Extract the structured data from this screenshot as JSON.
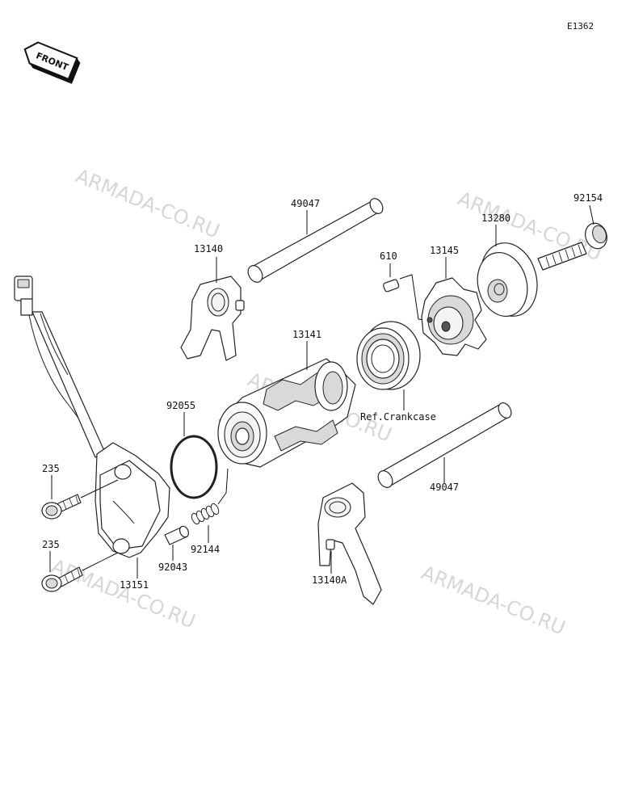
{
  "diagram": {
    "code": "E1362",
    "front_label": "FRONT",
    "watermark": "ARMADA-CO.RU",
    "parts": {
      "shift_rod_upper": "49047",
      "shift_fork_upper": "13140",
      "pin": "610",
      "drum_cam": "13145",
      "plate": "13280",
      "bolt_top": "92154",
      "shift_drum": "13141",
      "o_ring": "92055",
      "bearing_ref": "Ref.Crankcase",
      "shift_rod_lower": "49047",
      "bolt_upper": "235",
      "bolt_lower": "235",
      "spring": "92144",
      "pin_small": "92043",
      "sensor_holder": "13151",
      "shift_fork_lower": "13140A"
    }
  }
}
